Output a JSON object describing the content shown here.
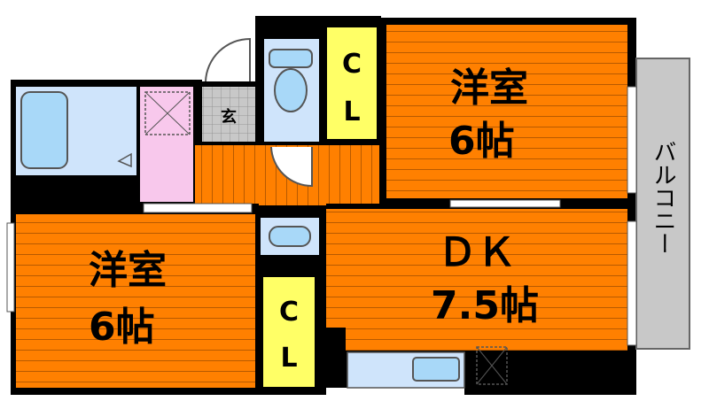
{
  "rooms": {
    "western_room_top": {
      "name": "洋室",
      "size": "6帖"
    },
    "western_room_left": {
      "name": "洋室",
      "size": "6帖"
    },
    "dk": {
      "name": "ＤＫ",
      "size": "7.5帖"
    }
  },
  "closet_top": {
    "c": "C",
    "l": "L"
  },
  "closet_bottom": {
    "c": "C",
    "l": "L"
  },
  "entrance": {
    "label": "玄"
  },
  "balcony": {
    "label": "バルコニー"
  },
  "colors": {
    "floor": "#ff8000",
    "floor_line": "#b85a00",
    "wall": "#000000",
    "closet": "#ffff66",
    "wet": "#cfe4fb",
    "fixture": "#a8d8f8",
    "washroom": "#f8c8ec",
    "entrance": "#c8c8c8",
    "balcony": "#c8c8c8"
  }
}
